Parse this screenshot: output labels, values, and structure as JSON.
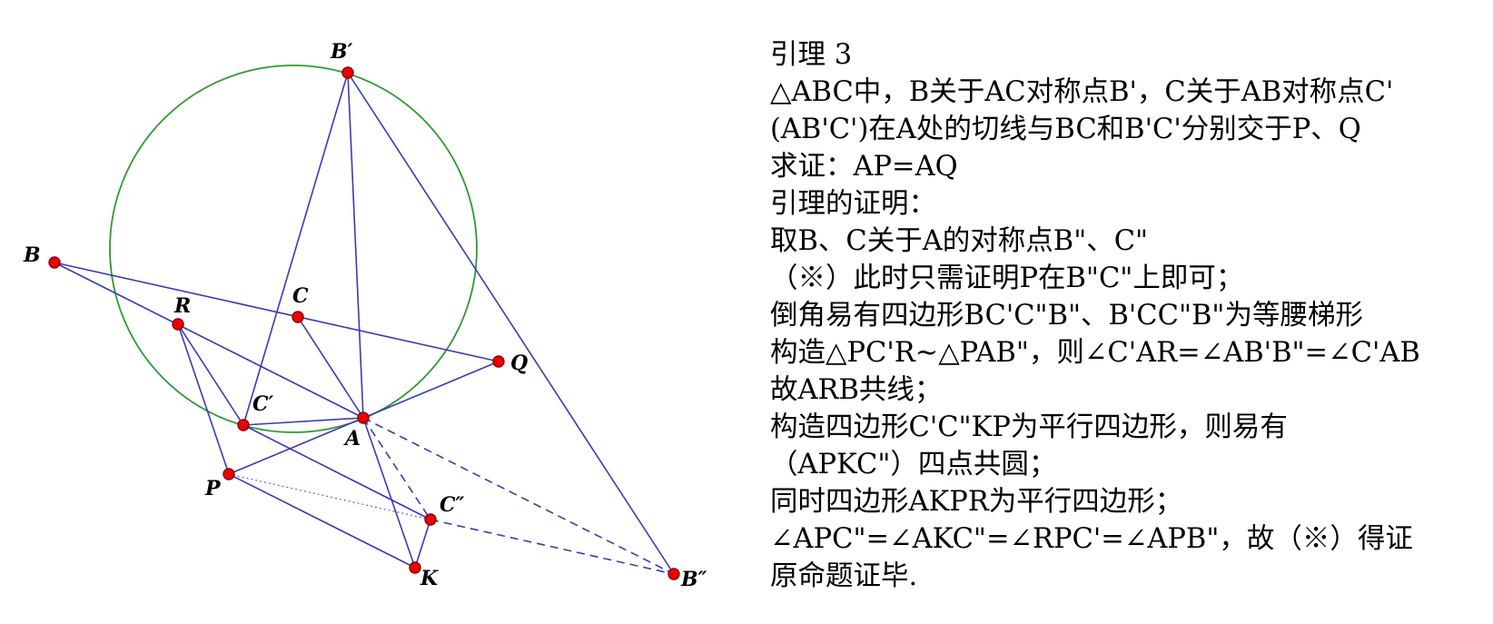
{
  "figure": {
    "circle_color": "#2e9a2e",
    "line_color": "#3a3ab8",
    "point_color": "#ee0000",
    "labels": {
      "B_prime": "B′",
      "B": "B",
      "C": "C",
      "R": "R",
      "Q": "Q",
      "C_prime": "C′",
      "A": "A",
      "P": "P",
      "C_dprime": "C″",
      "K": "K",
      "B_dprime": "B″"
    }
  },
  "text": {
    "lines": [
      "引理 3",
      "△ABC中，B关于AC对称点B'，C关于AB对称点C'",
      "(AB'C')在A处的切线与BC和B'C'分别交于P、Q",
      "求证：AP=AQ",
      "引理的证明：",
      "取B、C关于A的对称点B\"、C\"",
      "（※）此时只需证明P在B\"C\"上即可；",
      "倒角易有四边形BC'C\"B\"、B'CC\"B\"为等腰梯形",
      "构造△PC'R~△PAB\"，则∠C'AR=∠AB'B\"=∠C'AB",
      "故ARB共线；",
      "构造四边形C'C\"KP为平行四边形，则易有",
      "（APKC\"）四点共圆；",
      "同时四边形AKPR为平行四边形；",
      "∠APC\"=∠AKC\"=∠RPC'=∠APB\"，故（※）得证",
      "原命题证毕."
    ]
  }
}
